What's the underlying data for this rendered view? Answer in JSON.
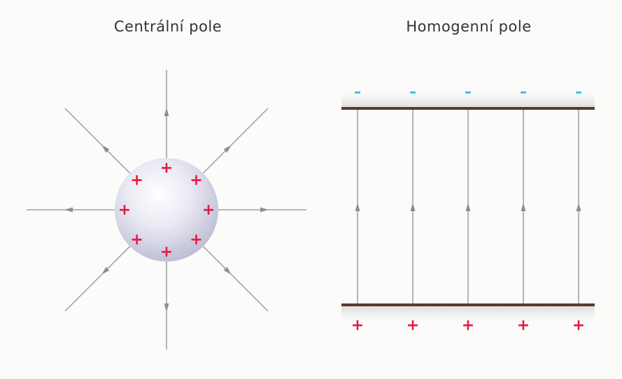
{
  "titles": {
    "central": "Centrální pole",
    "homogeneous": "Homogenní pole"
  },
  "signs": {
    "plus": "+",
    "minus": "–"
  },
  "colors": {
    "field_line": "#8f8f8f",
    "plate": "#5a3a2f",
    "plus": "#e8183c",
    "minus": "#2bb3e6",
    "sphere": "#dcdcec"
  },
  "central_field": {
    "charge_sign": "plus",
    "radial_lines": 8,
    "charges_on_sphere": 8
  },
  "homogeneous_field": {
    "field_lines": 5,
    "top_plate_sign": "minus",
    "bottom_plate_sign": "plus"
  }
}
